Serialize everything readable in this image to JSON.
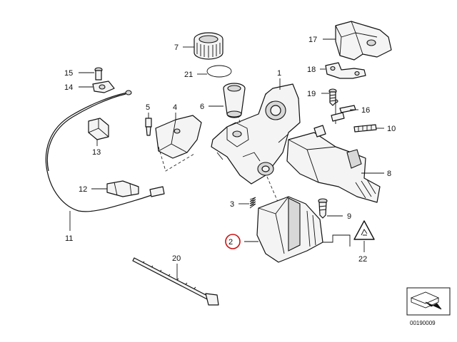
{
  "labels": {
    "l1": "1",
    "l2": "2",
    "l3": "3",
    "l4": "4",
    "l5": "5",
    "l6": "6",
    "l7": "7",
    "l8": "8",
    "l9": "9",
    "l10": "10",
    "l11": "11",
    "l12": "12",
    "l13": "13",
    "l14": "14",
    "l15": "15",
    "l16": "16",
    "l17": "17",
    "l18": "18",
    "l19": "19",
    "l20": "20",
    "l21": "21",
    "l22": "22"
  },
  "highlighted_label": "2",
  "highlight_color": "#cc1111",
  "reference_number": "00190009",
  "icons": [
    "reference-arrow-icon",
    "recycle-warning-icon"
  ]
}
